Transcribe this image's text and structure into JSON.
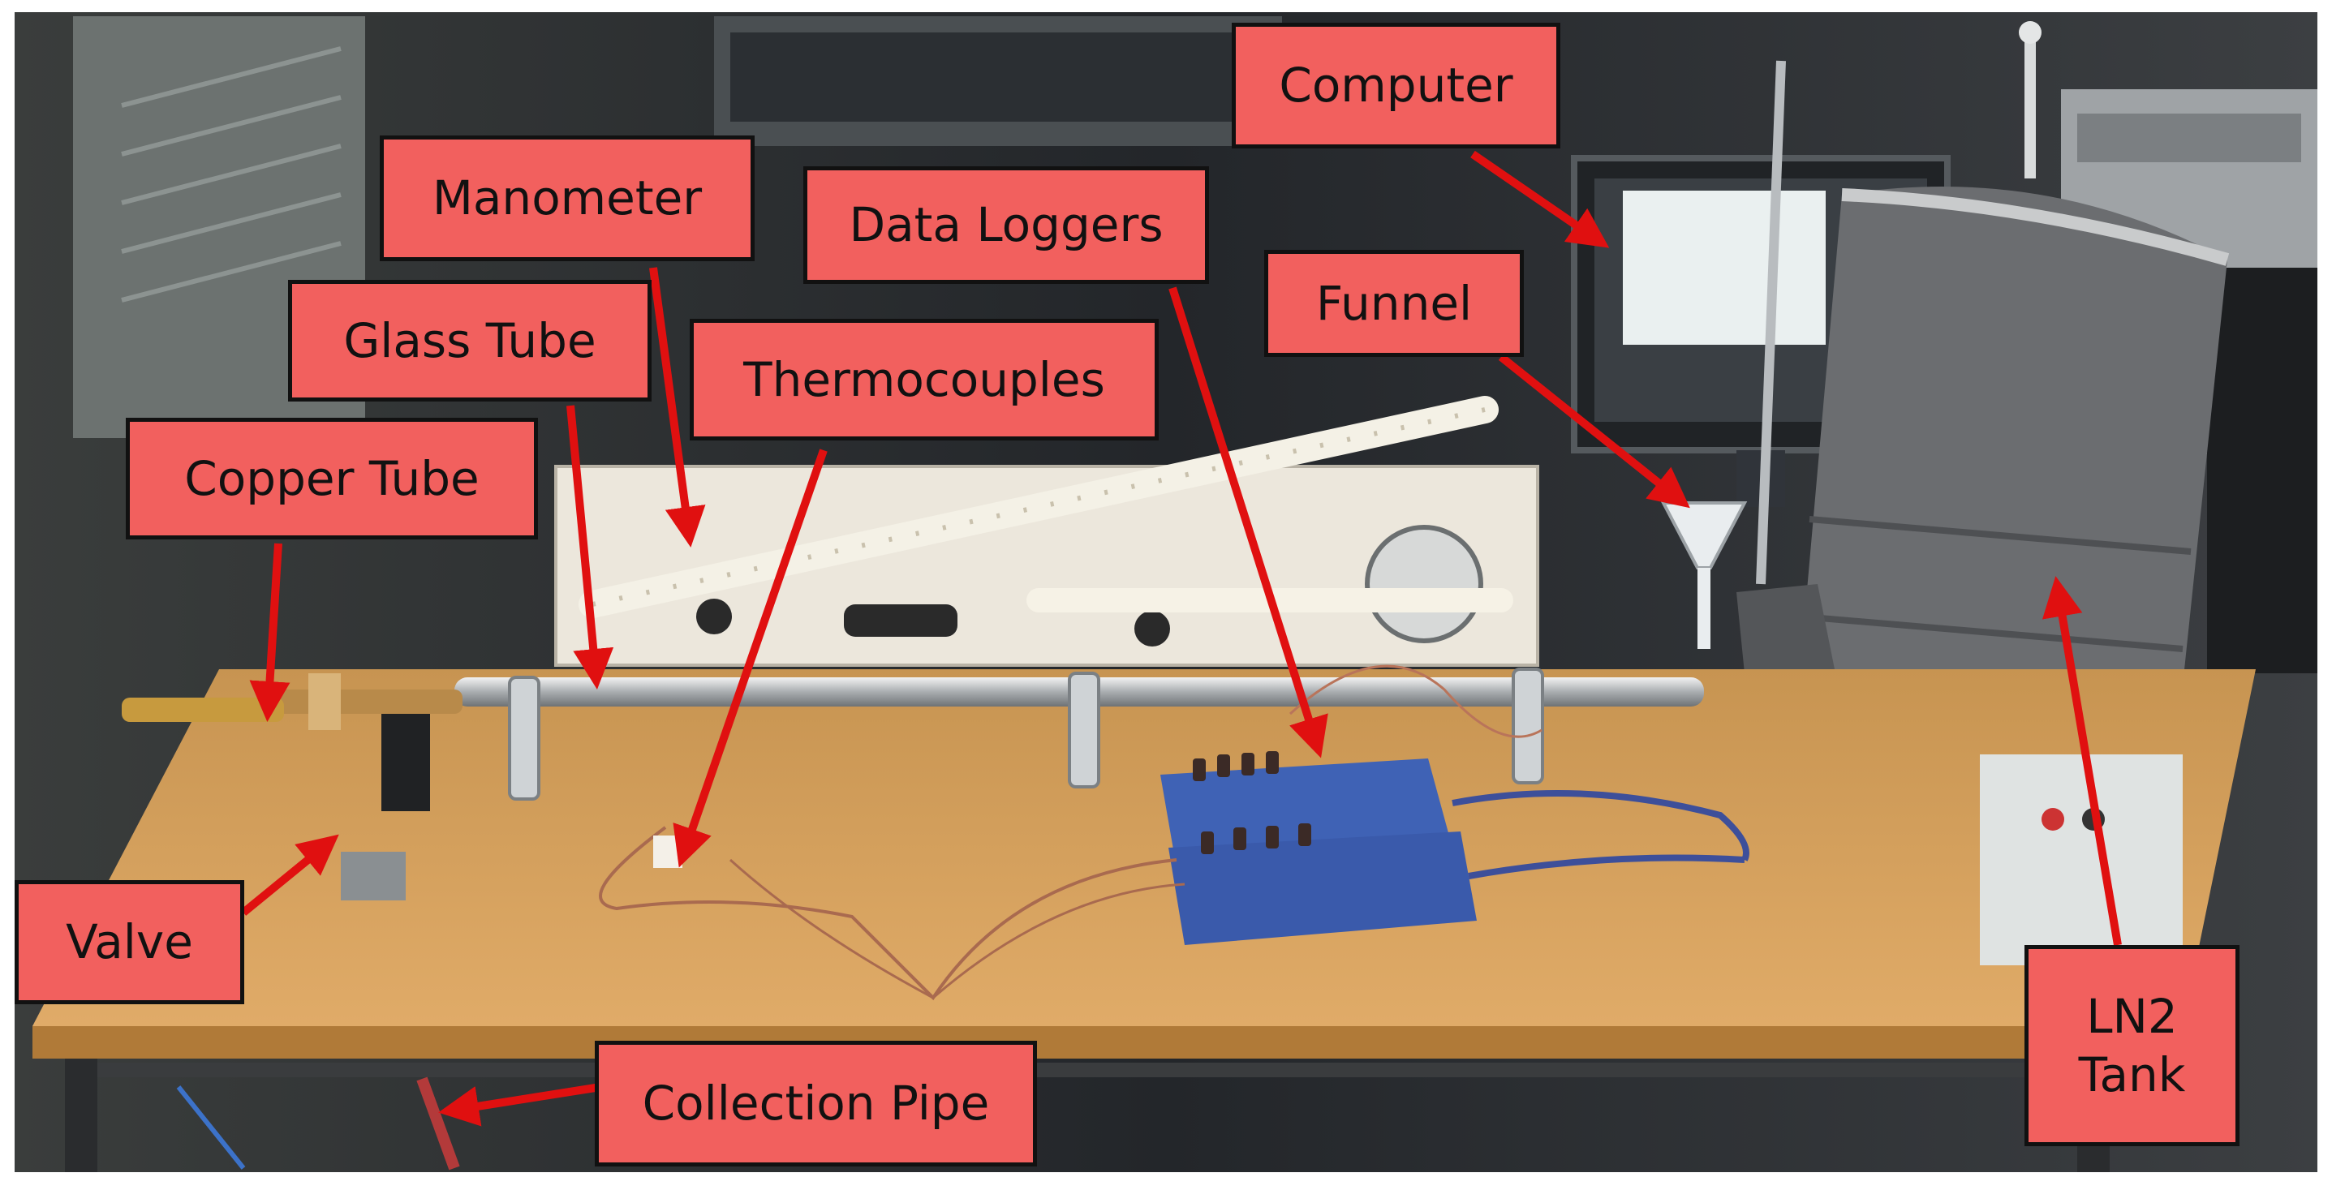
{
  "colors": {
    "label_fill": "#f2605e",
    "label_border": "#111111",
    "arrow": "#e01010",
    "table_top": "#d8a25e",
    "table_front": "#c98f49",
    "background_dark": "#2d302f",
    "cabinet": "#e8e4d8",
    "tank_wrap": "#6b6d70",
    "data_logger": "#3f62b5"
  },
  "labels": {
    "computer": "Computer",
    "manometer": "Manometer",
    "data_loggers": "Data Loggers",
    "funnel": "Funnel",
    "glass_tube": "Glass Tube",
    "thermocouples": "Thermocouples",
    "copper_tube": "Copper Tube",
    "valve": "Valve",
    "collection_pipe": "Collection Pipe",
    "ln2_tank_line1": "LN2",
    "ln2_tank_line2": "Tank"
  }
}
